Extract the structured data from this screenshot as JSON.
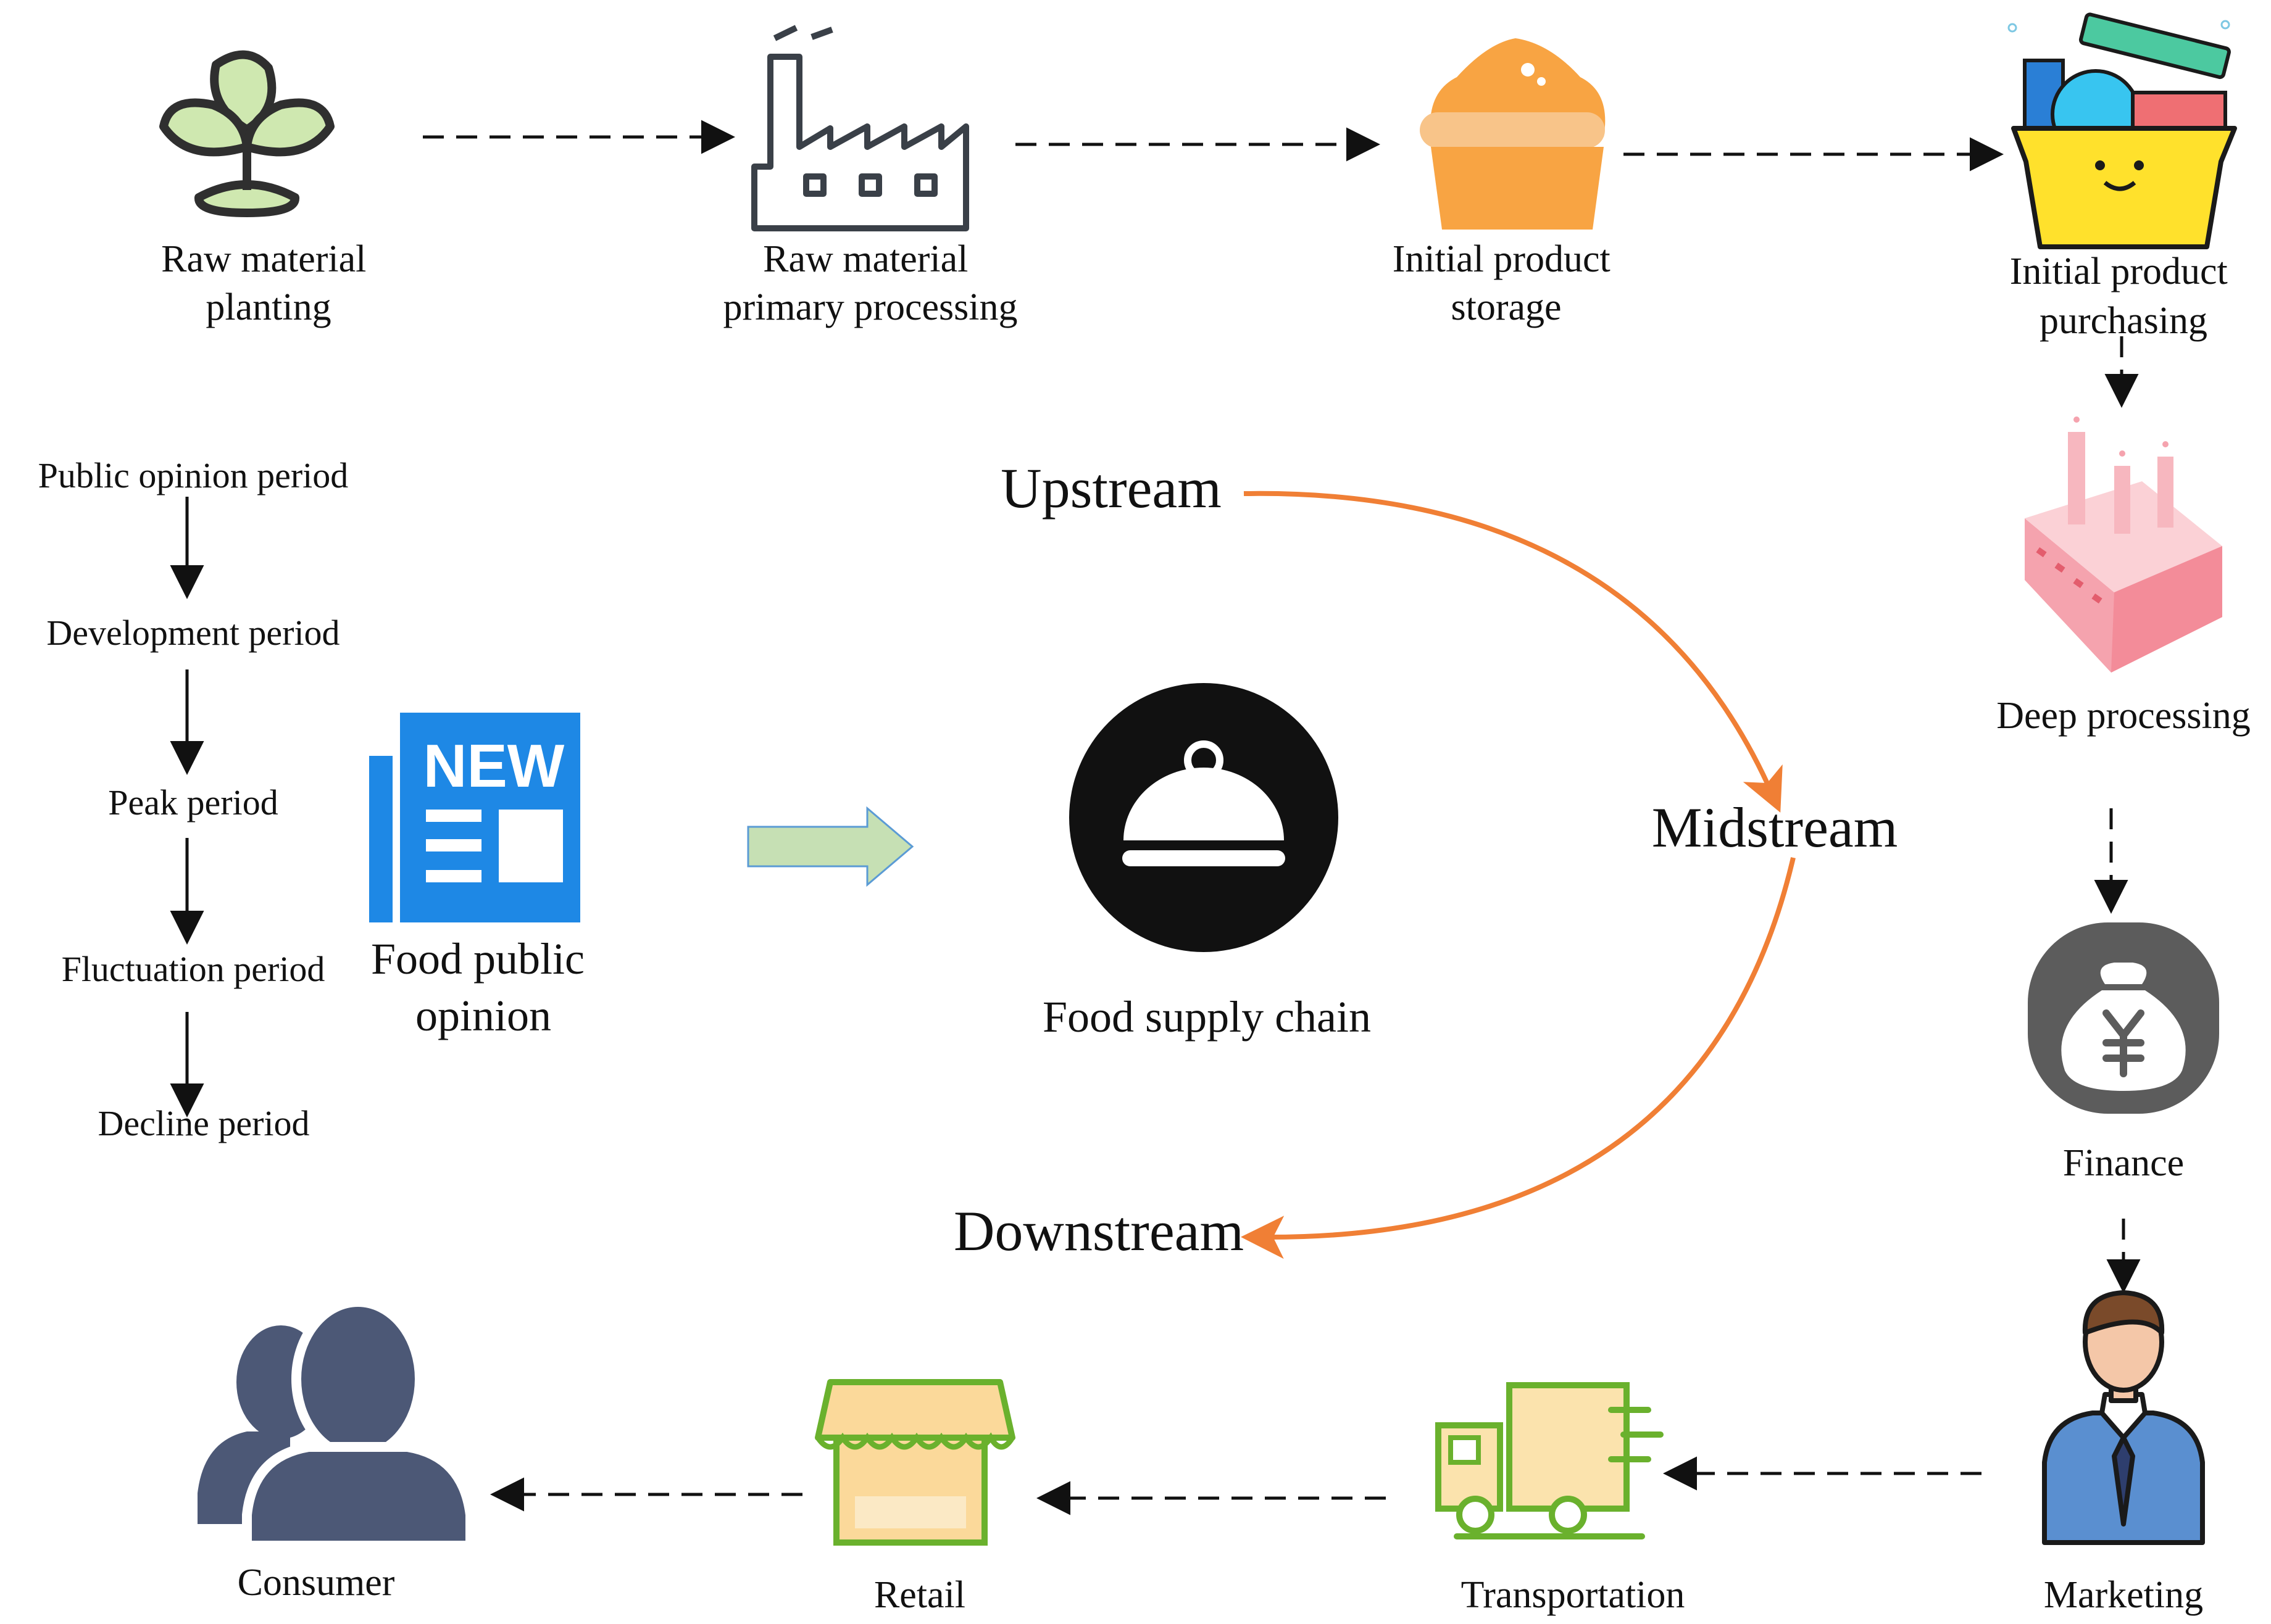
{
  "supply_chain": {
    "stages": {
      "planting": [
        "Raw material",
        "planting"
      ],
      "primary_processing": [
        "Raw material",
        "primary processing"
      ],
      "storage": [
        "Initial product",
        "storage"
      ],
      "purchasing": [
        "Initial product",
        "purchasing"
      ],
      "deep_processing": "Deep processing",
      "finance": "Finance",
      "marketing": "Marketing",
      "transportation": "Transportation",
      "retail": "Retail",
      "consumer": "Consumer"
    },
    "streams": {
      "upstream": "Upstream",
      "midstream": "Midstream",
      "downstream": "Downstream"
    },
    "center": {
      "label": "Food supply chain"
    }
  },
  "public_opinion": {
    "periods": [
      "Public opinion period",
      "Development period",
      "Peak period",
      "Fluctuation period",
      "Decline period"
    ],
    "news_badge": "NEW",
    "label": [
      "Food public",
      "opinion"
    ]
  },
  "icons": {
    "planting": "sprout-icon",
    "primary_processing": "factory-icon",
    "storage": "grain-sack-icon",
    "purchasing": "shopping-basket-icon",
    "deep_processing": "industrial-plant-icon",
    "finance": "money-bag-yen-icon",
    "marketing": "businessman-icon",
    "transportation": "delivery-truck-icon",
    "retail": "shop-storefront-icon",
    "consumer": "users-icon",
    "news": "newspaper-icon",
    "food": "food-cloche-icon",
    "transition": "right-arrow-icon"
  },
  "colors": {
    "stream_arrow": "#f07f35",
    "news_blue": "#1e88e5",
    "sack_orange": "#f8a443",
    "factory_pink": "#f5a3ae",
    "finance_gray": "#5c5c5c",
    "consumer_slate": "#4c5876",
    "truck_green": "#6ab12d",
    "shop_yellow": "#fbd99a",
    "transition_green": "#c6e0b4"
  }
}
